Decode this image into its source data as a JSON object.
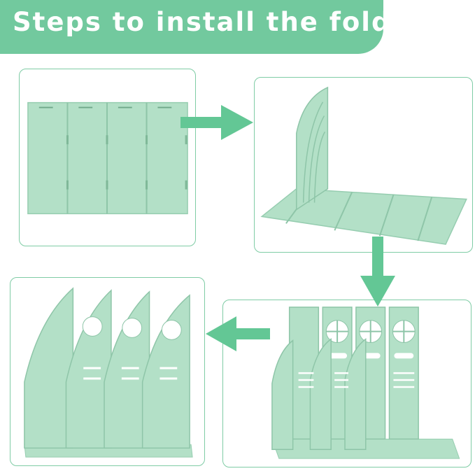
{
  "banner": {
    "title": "Steps to install the folder",
    "color": "#72c99e"
  },
  "colors": {
    "panel_border": "#7fcca5",
    "arrow": "#63c795",
    "plastic": "#b3e0c7",
    "plastic_dark": "#96cdb0"
  },
  "steps": [
    {
      "name": "step-1-flat-panels",
      "icon": "flat-panels-image"
    },
    {
      "name": "step-2-attach-side",
      "icon": "side-panel-image"
    },
    {
      "name": "step-3-insert-dividers",
      "icon": "dividers-image"
    },
    {
      "name": "step-4-assembled-folder",
      "icon": "assembled-folder-image"
    }
  ]
}
